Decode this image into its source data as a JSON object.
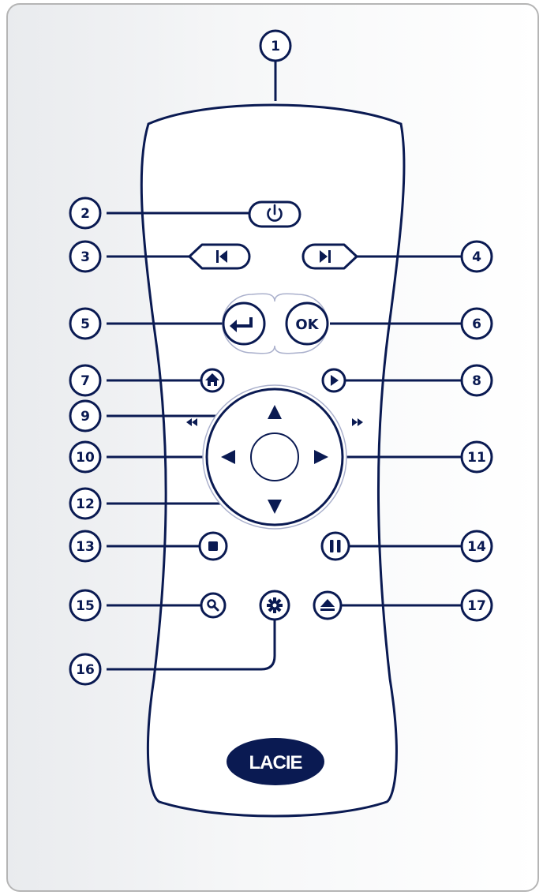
{
  "colors": {
    "navy": "#0a1a52",
    "panel_border": "#b5b5b5",
    "panel_fill_left": "#e9ebee",
    "panel_fill_right": "#ffffff",
    "remote_fill": "#ffffff",
    "ring_outline": "#aab0cc"
  },
  "logo": {
    "text": "LACIE"
  },
  "callouts": [
    "1",
    "2",
    "3",
    "4",
    "5",
    "6",
    "7",
    "8",
    "9",
    "10",
    "11",
    "12",
    "13",
    "14",
    "15",
    "16",
    "17"
  ],
  "buttons": [
    {
      "name": "power-button",
      "icon": "power-icon"
    },
    {
      "name": "previous-button",
      "icon": "skip-previous-icon"
    },
    {
      "name": "next-button",
      "icon": "skip-next-icon"
    },
    {
      "name": "back-button",
      "icon": "back-arrow-icon"
    },
    {
      "name": "ok-button",
      "icon": "ok-label",
      "label": "OK"
    },
    {
      "name": "home-button",
      "icon": "home-icon"
    },
    {
      "name": "play-button",
      "icon": "play-icon"
    },
    {
      "name": "up-button",
      "icon": "arrow-up-icon"
    },
    {
      "name": "left-button",
      "icon": "arrow-left-icon"
    },
    {
      "name": "right-button",
      "icon": "arrow-right-icon"
    },
    {
      "name": "down-button",
      "icon": "arrow-down-icon"
    },
    {
      "name": "stop-button",
      "icon": "stop-icon"
    },
    {
      "name": "pause-button",
      "icon": "pause-icon"
    },
    {
      "name": "search-button",
      "icon": "search-icon"
    },
    {
      "name": "settings-button",
      "icon": "gear-icon"
    },
    {
      "name": "eject-button",
      "icon": "eject-icon"
    }
  ],
  "dpad": {
    "rewind_icon": "rewind-icon",
    "fastforward_icon": "fast-forward-icon"
  }
}
